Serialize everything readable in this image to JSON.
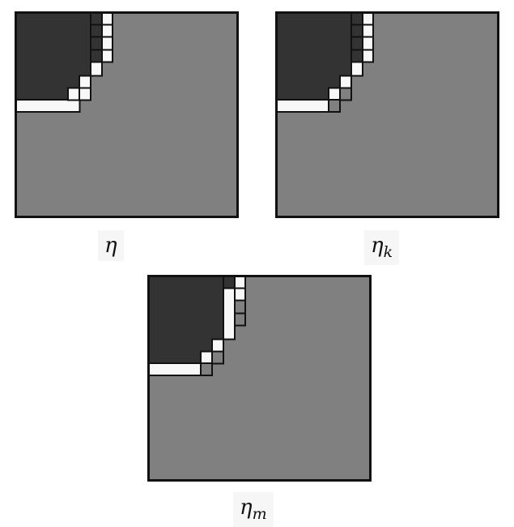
{
  "colors": {
    "dark": "#333333",
    "light": "#808080",
    "white": "#f8f8f8",
    "stroke": "#111111"
  },
  "panels": [
    {
      "id": "eta",
      "label": "η",
      "subscript": ""
    },
    {
      "id": "eta_k",
      "label": "η",
      "subscript": "k"
    },
    {
      "id": "eta_m",
      "label": "η",
      "subscript": "m"
    }
  ]
}
